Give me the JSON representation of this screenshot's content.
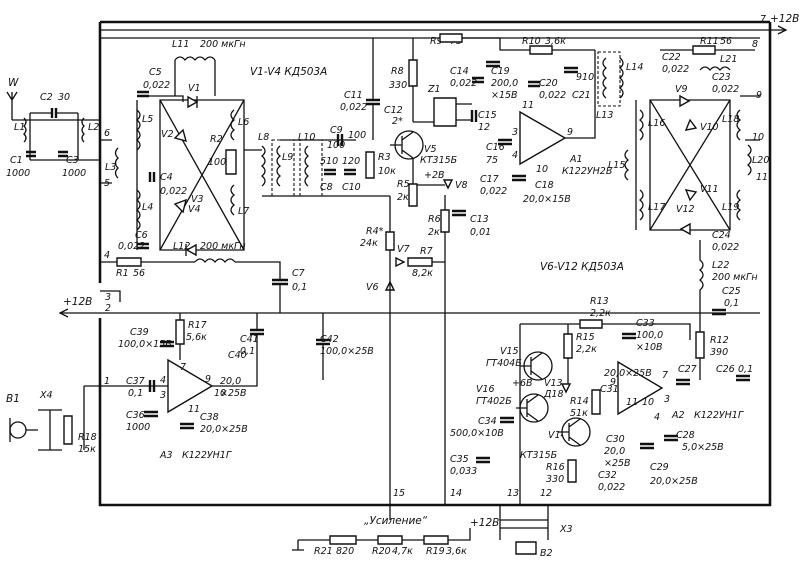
{
  "supply_top": "+12В",
  "supply_left": "+12В",
  "ant": {
    "name": "W"
  },
  "l_pairs": [
    {
      "name": "L1"
    },
    {
      "name": "L2"
    },
    {
      "name": "L3"
    },
    {
      "name": "L4"
    },
    {
      "name": "L5"
    },
    {
      "name": "L6"
    },
    {
      "name": "L7"
    },
    {
      "name": "L8"
    },
    {
      "name": "L9"
    },
    {
      "name": "L10"
    },
    {
      "name": "L11",
      "value": "200 мкГн"
    },
    {
      "name": "L12",
      "value": "200 мкГн"
    },
    {
      "name": "L13"
    },
    {
      "name": "L14"
    },
    {
      "name": "L15"
    },
    {
      "name": "L16"
    },
    {
      "name": "L17"
    },
    {
      "name": "L18"
    },
    {
      "name": "L19"
    },
    {
      "name": "L20"
    },
    {
      "name": "L21"
    },
    {
      "name": "L22",
      "value": "200 мкГн"
    }
  ],
  "cap": {
    "c1": "C1",
    "c1v": "1000",
    "c2": "C2",
    "c2v": "30",
    "c3": "C3",
    "c3v": "1000",
    "c5": "C5",
    "c5v": "0,022",
    "c6": "C6",
    "c6v": "0,022",
    "c4": "C4",
    "c4v": "0,022",
    "c7": "C7",
    "c7v": "0,1",
    "c8": "C8",
    "c8v": "510",
    "c9": "C9",
    "c9v": "100",
    "c10": "C10",
    "c10v": "120",
    "c11": "C11",
    "c11v": "0,022",
    "c12": "C12",
    "c12v": "2*",
    "c13": "C13",
    "c13v": "0,01",
    "c14": "C14",
    "c14v": "0,022",
    "c15": "C15",
    "c15v": "12",
    "c16": "C16",
    "c16v": "75",
    "c17": "C17",
    "c17v": "0,022",
    "c18": "C18",
    "c18v": "20,0×15В",
    "c19": "C19",
    "c19v": "200,0",
    "c19v2": "×15В",
    "c20": "C20",
    "c20v": "0,022",
    "c21": "C21",
    "c21v": "910",
    "c22": "C22",
    "c22v": "0,022",
    "c23": "C23",
    "c23v": "0,022",
    "c24": "C24",
    "c24v": "0,022",
    "c25": "C25",
    "c25v": "0,1",
    "c26": "C26",
    "c26v": "0,1",
    "c27": "C27",
    "c28": "C28",
    "c28v": "5,0×25В",
    "c29": "C29",
    "c29v": "20,0×25В",
    "c30": "C30",
    "c30v": "20,0",
    "c30v2": "×25В",
    "c31": "C31",
    "c31v": "20,0×25В",
    "c32": "C32",
    "c32v": "0,022",
    "c33": "C33",
    "c33v": "100,0",
    "c33v2": "×10В",
    "c34": "C34",
    "c34v": "500,0×10В",
    "c35": "C35",
    "c35v": "0,033",
    "c36": "C36",
    "c36v": "1000",
    "c37": "C37",
    "c37v": "0,1",
    "c38": "C38",
    "c38v": "20,0×25В",
    "c39": "C39",
    "c39v": "100,0×15В",
    "c40": "C40",
    "c40v": "20,0",
    "c40v2": "×25В",
    "c41": "C41",
    "c41v": "0,1",
    "c42": "C42",
    "c42v": "100,0×25В"
  },
  "res": {
    "r1": "R1",
    "r1v": "56",
    "r2": "R2",
    "r2v": "100",
    "r3": "R3",
    "r3v": "10к",
    "r4": "R4*",
    "r4v": "24к",
    "r5": "R5",
    "r5v": "2к",
    "r6": "R6",
    "r6v": "2к",
    "r7": "R7",
    "r7v": "8,2к",
    "r8": "R8",
    "r8v": "330",
    "r9": "R9",
    "r9v": "75",
    "r10": "R10",
    "r10v": "3,6к",
    "r11": "R11",
    "r11v": "56",
    "r12": "R12",
    "r12v": "390",
    "r13": "R13",
    "r13v": "2,2к",
    "r14": "R14",
    "r14v": "51к",
    "r15": "R15",
    "r15v": "2,2к",
    "r16": "R16",
    "r16v": "330",
    "r17": "R17",
    "r17v": "5,6к",
    "r18": "R18",
    "r18v": "15к",
    "r19": "R19",
    "r19v": "3,6к",
    "r20": "R20",
    "r20v": "4,7к",
    "r21": "R21",
    "r21v": "820"
  },
  "semi": {
    "v1": "V1",
    "v2": "V2",
    "v3": "V3",
    "v4": "V4",
    "v5": "V5",
    "v5t": "КТ315Б",
    "v6": "V6",
    "v7": "V7",
    "v8": "V8",
    "v9": "V9",
    "v10": "V10",
    "v11": "V11",
    "v12": "V12",
    "v13": "V13",
    "v13t": "Д18",
    "v14": "V14",
    "v14t": "КТ315Б",
    "v15": "V15",
    "v15t": "ГТ404Б",
    "v16": "V16",
    "v16t": "ГТ402Б",
    "z1": "Z1",
    "a1": "A1",
    "a1t": "К122УН2В",
    "a2": "A2",
    "a2t": "К122УН1Г",
    "a3": "A3",
    "a3t": "К122УН1Г",
    "b1": "B1",
    "b2": "B2",
    "x3": "X3",
    "x4": "X4"
  },
  "notes": {
    "v1v4": "V1-V4 КД503А",
    "v6v12": "V6-V12 КД503А",
    "plus2v": "+2В",
    "plus6v": "+6В",
    "gain": "„Усиление“",
    "plus12bottom": "+12В"
  },
  "pins": {
    "p1": "1",
    "p2": "2",
    "p3": "3",
    "p4": "4",
    "p5": "5",
    "p6": "6",
    "p7": "7",
    "p8": "8",
    "p9": "9",
    "p10": "10",
    "p11": "11",
    "p12": "12",
    "p13": "13",
    "p14": "14",
    "p15": "15"
  }
}
